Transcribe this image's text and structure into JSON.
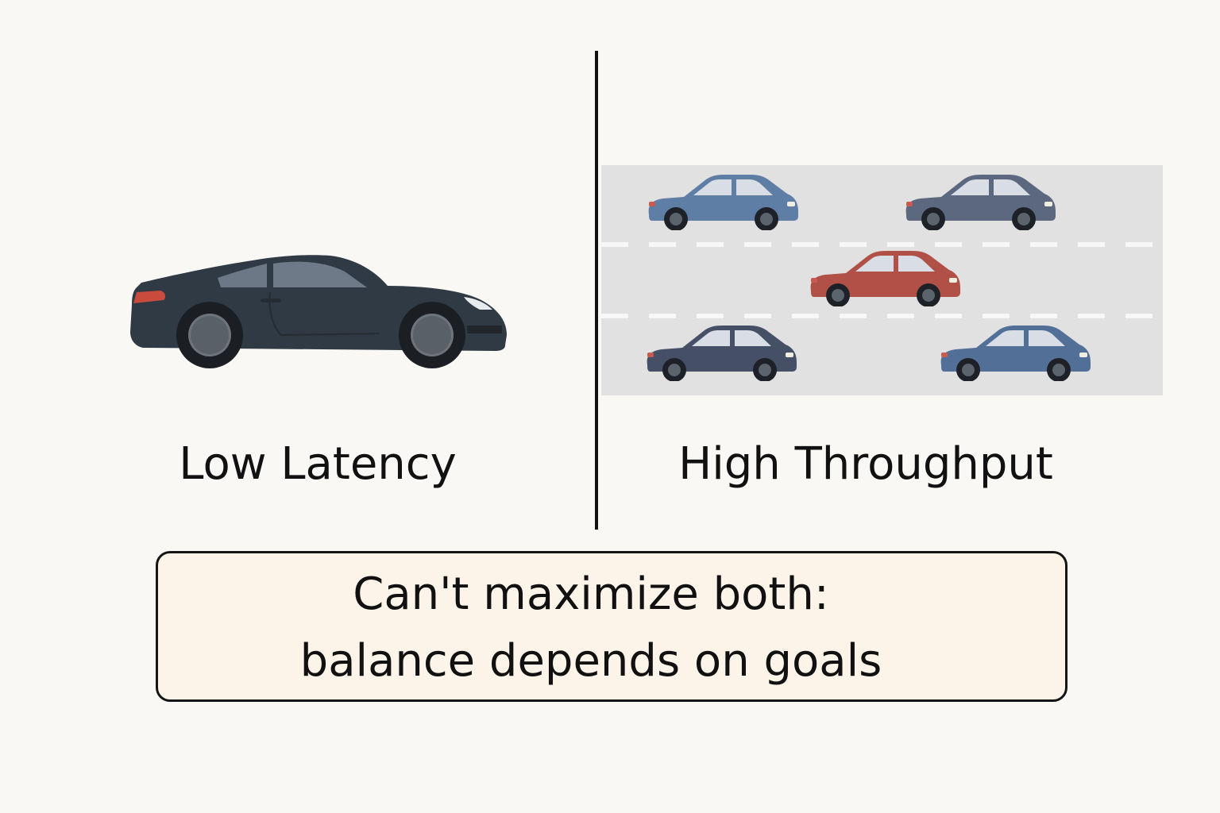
{
  "left_panel": {
    "label": "Low Latency",
    "icon": "sports-car-icon",
    "car_color": "#303a44"
  },
  "right_panel": {
    "label": "High Throughput",
    "icon": "highway-traffic-icon",
    "road_color": "#e1e1e1",
    "car_colors": [
      "#5f7ea6",
      "#5c6780",
      "#b15047",
      "#455066",
      "#526f98"
    ]
  },
  "conclusion": {
    "line1": "Can't maximize both:",
    "line2": "balance depends on goals"
  },
  "colors": {
    "background": "#faf8f4",
    "text": "#111111",
    "box_fill": "#fcf4e8"
  }
}
